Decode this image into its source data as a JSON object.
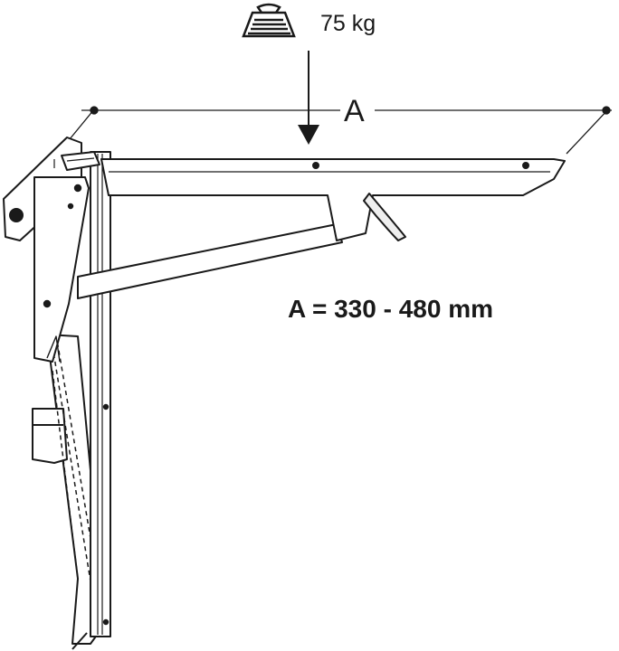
{
  "load": {
    "value": "75 kg",
    "icon": "weight-icon"
  },
  "dimension": {
    "letter": "A",
    "range_text": "A = 330 - 480 mm"
  },
  "colors": {
    "line": "#1a1a1a",
    "fill": "#ffffff",
    "shade": "#eeeeee"
  }
}
